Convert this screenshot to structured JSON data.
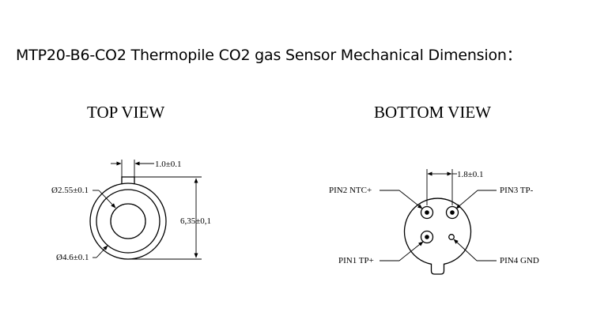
{
  "heading": "MTP20-B6-CO2 Thermopile CO2 gas Sensor Mechanical Dimension：",
  "top_view": {
    "title": "TOP VIEW",
    "dim_tab_width": "1.0±0.1",
    "dim_inner_diameter": "Ø2.55±0.1",
    "dim_height": "6,35±0,1",
    "dim_outer_diameter": "Ø4.6±0.1"
  },
  "bottom_view": {
    "title": "BOTTOM VIEW",
    "dim_pin_pitch": "1.8±0.1",
    "pins": {
      "pin2": "PIN2 NTC+",
      "pin3": "PIN3 TP-",
      "pin1": "PIN1 TP+",
      "pin4": "PIN4 GND"
    }
  },
  "colors": {
    "line": "#000000",
    "background": "#ffffff"
  }
}
